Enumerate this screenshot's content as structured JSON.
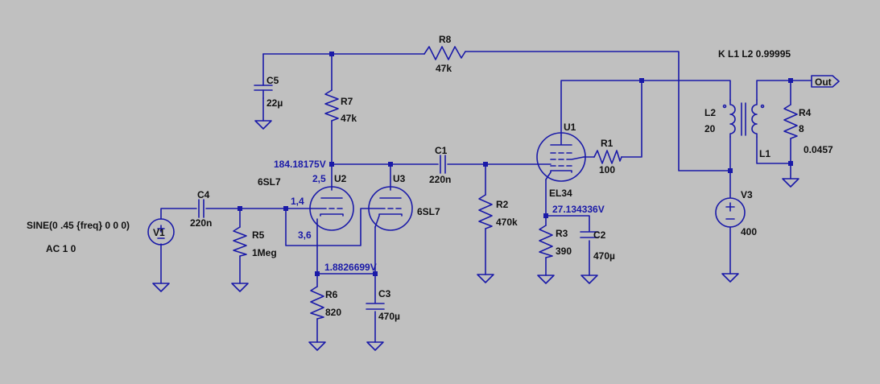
{
  "colors": {
    "background": "#c0c0c0",
    "wire": "#1a1aa8",
    "text": "#111111",
    "node_voltage": "#1a1aa8"
  },
  "directive": {
    "coupling": "K L1 L2 0.99995"
  },
  "source_spec": {
    "sine": "SINE(0 .45 {freq} 0 0 0)",
    "ac": "AC 1 0"
  },
  "components": {
    "R8": {
      "name": "R8",
      "value": "47k"
    },
    "C5": {
      "name": "C5",
      "value": "22µ"
    },
    "R7": {
      "name": "R7",
      "value": "47k"
    },
    "C1": {
      "name": "C1",
      "value": "220n"
    },
    "C4": {
      "name": "C4",
      "value": "220n"
    },
    "R5": {
      "name": "R5",
      "value": "1Meg"
    },
    "V1": {
      "name": "V1"
    },
    "U2": {
      "name": "U2",
      "model": "6SL7",
      "pins_top": "2,5",
      "pins_grid": "1,4",
      "pins_cathode": "3,6"
    },
    "U3": {
      "name": "U3",
      "model": "6SL7"
    },
    "R6": {
      "name": "R6",
      "value": "820"
    },
    "C3": {
      "name": "C3",
      "value": "470µ"
    },
    "R2": {
      "name": "R2",
      "value": "470k"
    },
    "U1": {
      "name": "U1",
      "model": "EL34"
    },
    "R1": {
      "name": "R1",
      "value": "100"
    },
    "R3": {
      "name": "R3",
      "value": "390"
    },
    "C2": {
      "name": "C2",
      "value": "470µ"
    },
    "L2": {
      "name": "L2",
      "value": "20"
    },
    "L1": {
      "name": "L1"
    },
    "R4": {
      "name": "R4",
      "value": "8"
    },
    "V3": {
      "name": "V3",
      "value": "400"
    },
    "extra_value": "0.0457"
  },
  "node_voltages": {
    "plate": "184.18175V",
    "cathode": "1.8826699V",
    "el34_cathode": "27.134336V"
  },
  "output_port": {
    "label": "Out"
  }
}
